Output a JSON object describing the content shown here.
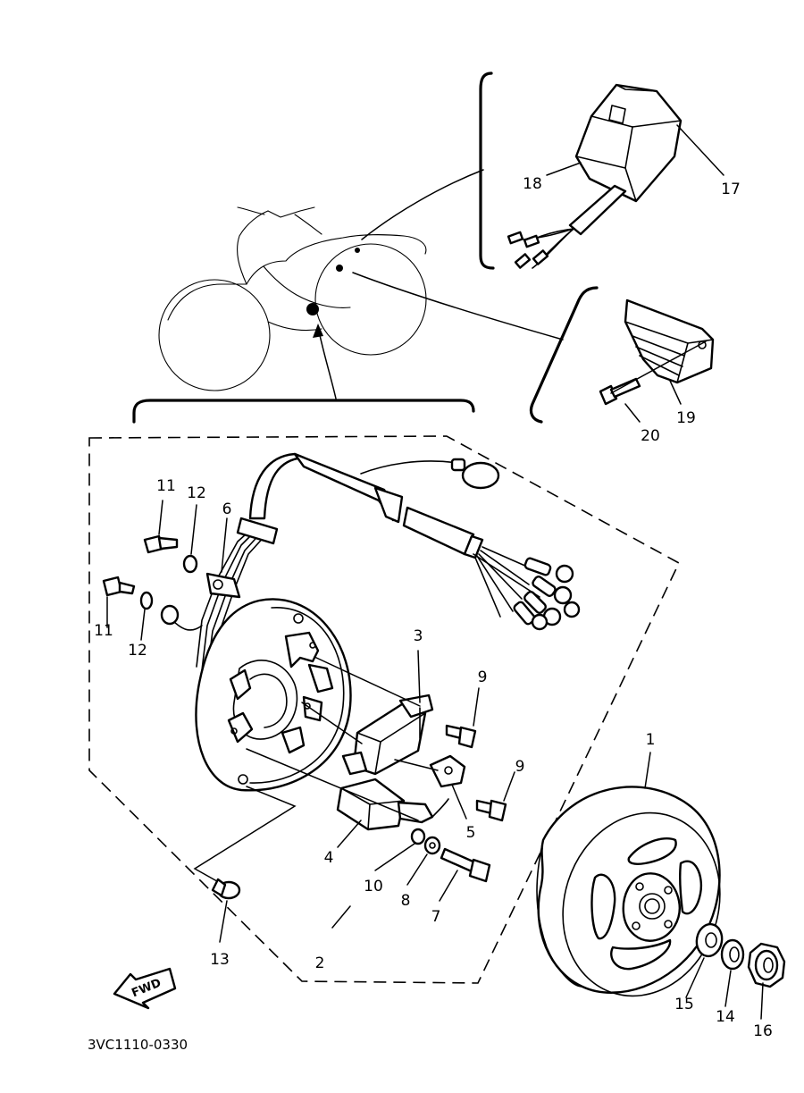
{
  "diagram_code": "3VC1110-0330",
  "direction_label": "FWD",
  "callouts": [
    {
      "id": "c1",
      "text": "1"
    },
    {
      "id": "c2",
      "text": "2"
    },
    {
      "id": "c3",
      "text": "3"
    },
    {
      "id": "c4",
      "text": "4"
    },
    {
      "id": "c5",
      "text": "5"
    },
    {
      "id": "c6",
      "text": "6"
    },
    {
      "id": "c7",
      "text": "7"
    },
    {
      "id": "c8",
      "text": "8"
    },
    {
      "id": "c9a",
      "text": "9"
    },
    {
      "id": "c9b",
      "text": "9"
    },
    {
      "id": "c10",
      "text": "10"
    },
    {
      "id": "c11a",
      "text": "11"
    },
    {
      "id": "c11b",
      "text": "11"
    },
    {
      "id": "c12a",
      "text": "12"
    },
    {
      "id": "c12b",
      "text": "12"
    },
    {
      "id": "c13",
      "text": "13"
    },
    {
      "id": "c14",
      "text": "14"
    },
    {
      "id": "c15",
      "text": "15"
    },
    {
      "id": "c16",
      "text": "16"
    },
    {
      "id": "c17",
      "text": "17"
    },
    {
      "id": "c18",
      "text": "18"
    },
    {
      "id": "c19",
      "text": "19"
    },
    {
      "id": "c20",
      "text": "20"
    }
  ]
}
